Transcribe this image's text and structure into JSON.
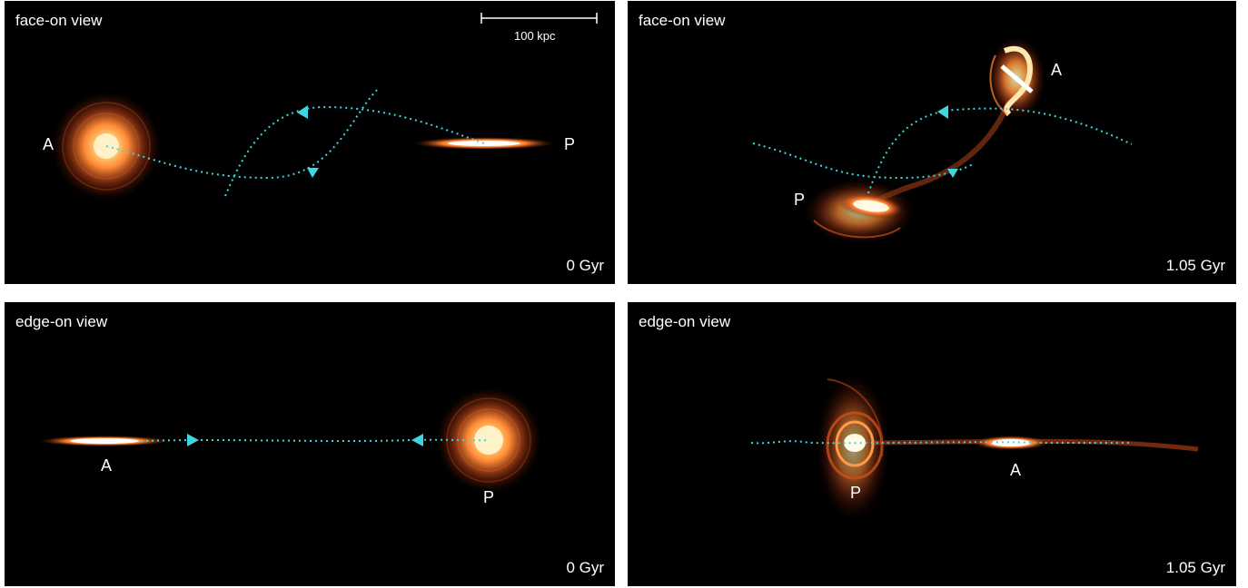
{
  "panels": [
    {
      "view_label": "face-on view",
      "time_label": "0 Gyr",
      "label_a": "A",
      "label_p": "P",
      "scale_bar_label": "100 kpc"
    },
    {
      "view_label": "face-on view",
      "time_label": "1.05 Gyr",
      "label_a": "A",
      "label_p": "P"
    },
    {
      "view_label": "edge-on view",
      "time_label": "0 Gyr",
      "label_a": "A",
      "label_p": "P"
    },
    {
      "view_label": "edge-on view",
      "time_label": "1.05 Gyr",
      "label_a": "A",
      "label_p": "P"
    }
  ],
  "colors": {
    "panel_background": "#000000",
    "orbit_path": "#3fd6e0",
    "galaxy_core": "#fff6d8",
    "galaxy_glow": "#ff7a2a",
    "text": "#ffffff"
  }
}
